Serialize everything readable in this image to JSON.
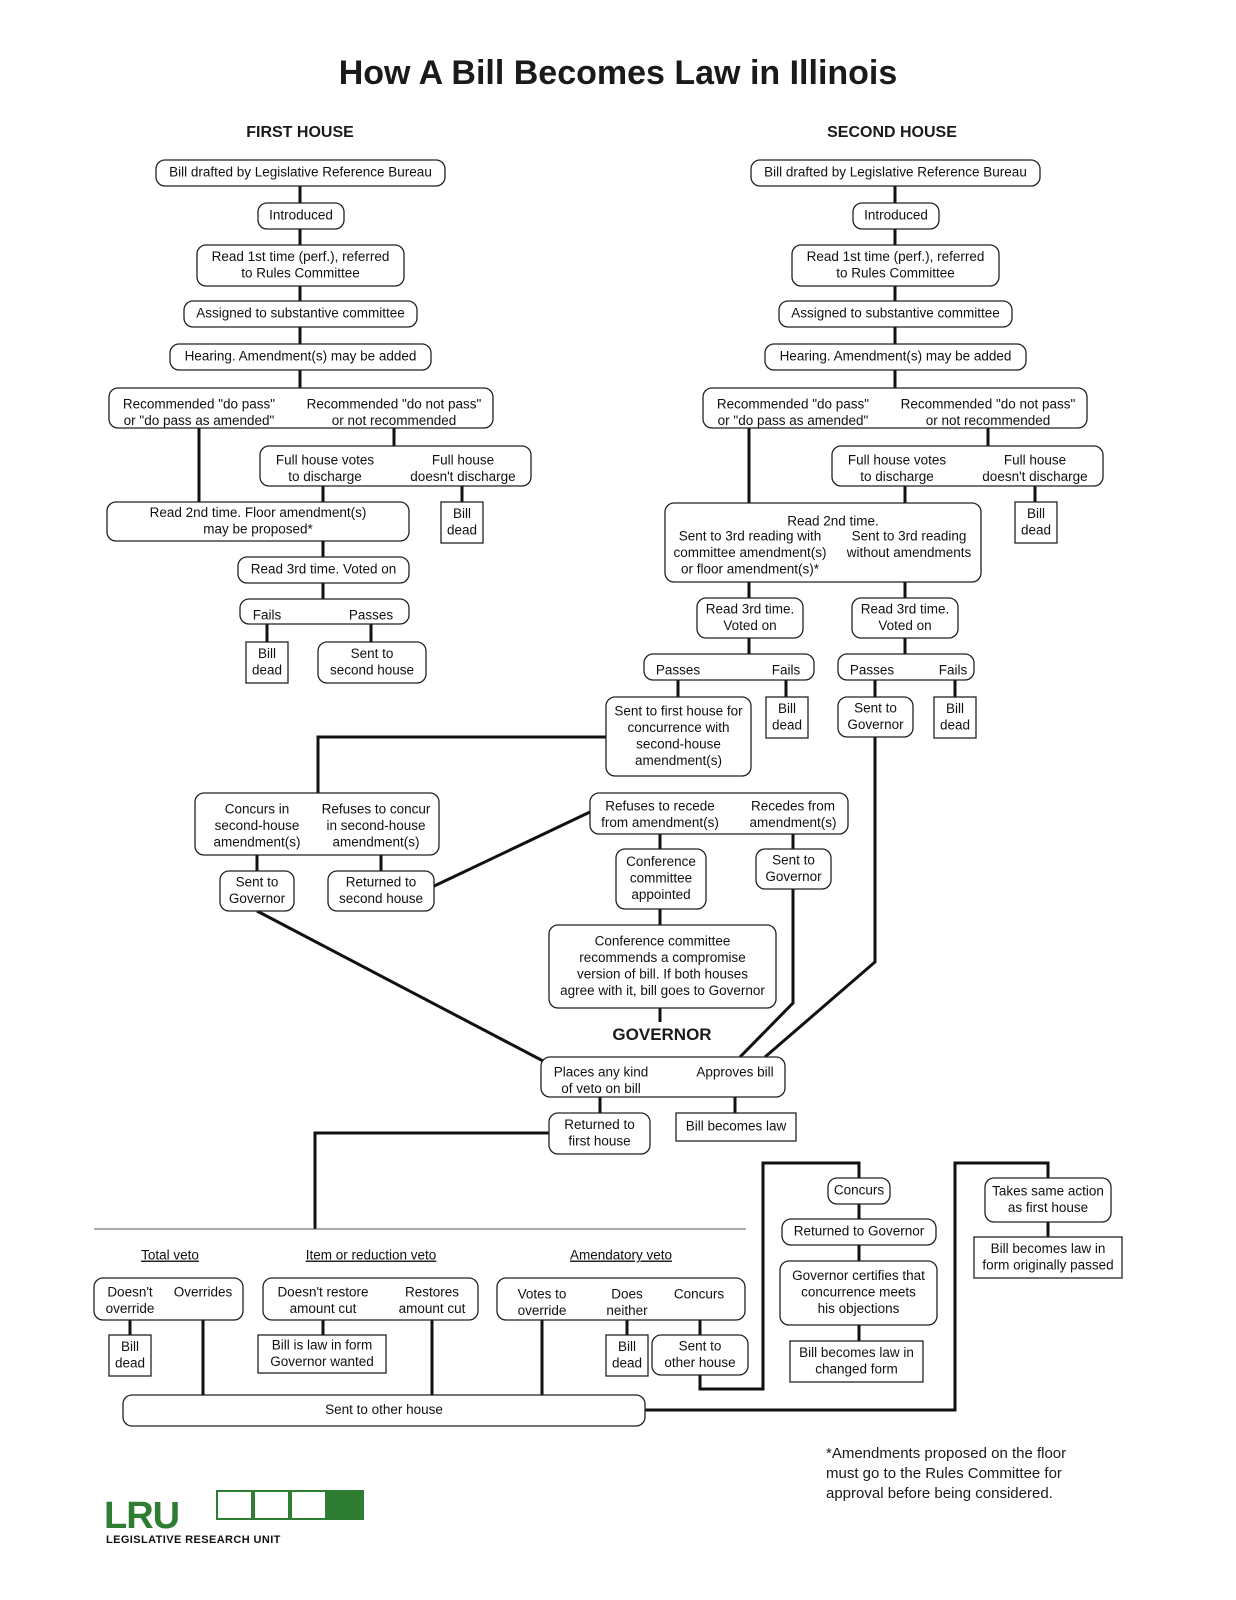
{
  "title": "How A Bill Becomes Law in Illinois",
  "headers": {
    "first_house": "FIRST HOUSE",
    "second_house": "SECOND HOUSE",
    "governor": "GOVERNOR"
  },
  "nodes": {
    "fh_drafted": [
      "Bill drafted by Legislative Reference Bureau"
    ],
    "fh_introduced": [
      "Introduced"
    ],
    "fh_read1": [
      "Read 1st time (perf.), referred",
      "to Rules Committee"
    ],
    "fh_assigned": [
      "Assigned to substantive committee"
    ],
    "fh_hearing": [
      "Hearing. Amendment(s) may be added"
    ],
    "fh_rec_pass": [
      "Recommended \"do pass\"",
      "or \"do pass as amended\""
    ],
    "fh_rec_notpass": [
      "Recommended \"do not pass\"",
      "or not recommended"
    ],
    "fh_votes_discharge": [
      "Full house votes",
      "to discharge"
    ],
    "fh_not_discharge": [
      "Full house",
      "doesn't discharge"
    ],
    "fh_dead1": [
      "Bill",
      "dead"
    ],
    "fh_read2": [
      "Read 2nd time.  Floor amendment(s)",
      "may be proposed*"
    ],
    "fh_read3": [
      "Read 3rd time. Voted on"
    ],
    "fh_fails": [
      "Fails"
    ],
    "fh_passes": [
      "Passes"
    ],
    "fh_dead2": [
      "Bill",
      "dead"
    ],
    "fh_sent_second": [
      "Sent to",
      "second house"
    ],
    "sh_drafted": [
      "Bill drafted by Legislative Reference Bureau"
    ],
    "sh_introduced": [
      "Introduced"
    ],
    "sh_read1": [
      "Read 1st time (perf.), referred",
      "to Rules Committee"
    ],
    "sh_assigned": [
      "Assigned to substantive committee"
    ],
    "sh_hearing": [
      "Hearing. Amendment(s) may be added"
    ],
    "sh_rec_pass": [
      "Recommended \"do pass\"",
      "or \"do pass as amended\""
    ],
    "sh_rec_notpass": [
      "Recommended \"do not pass\"",
      "or not recommended"
    ],
    "sh_votes_discharge": [
      "Full house votes",
      "to discharge"
    ],
    "sh_not_discharge": [
      "Full house",
      "doesn't discharge"
    ],
    "sh_dead1": [
      "Bill",
      "dead"
    ],
    "sh_read2_title": [
      "Read 2nd time."
    ],
    "sh_read2_with": [
      "Sent to 3rd reading with",
      "committee amendment(s)",
      "or floor amendment(s)*"
    ],
    "sh_read2_without": [
      "Sent to 3rd reading",
      "without amendments"
    ],
    "sh_read3a": [
      "Read 3rd time.",
      "Voted on"
    ],
    "sh_read3b": [
      "Read 3rd time.",
      "Voted on"
    ],
    "sh_passes_a": [
      "Passes"
    ],
    "sh_fails_a": [
      "Fails"
    ],
    "sh_passes_b": [
      "Passes"
    ],
    "sh_fails_b": [
      "Fails"
    ],
    "sh_sent_first": [
      "Sent to first house for",
      "concurrence with",
      "second-house",
      "amendment(s)"
    ],
    "sh_dead2": [
      "Bill",
      "dead"
    ],
    "sh_sent_gov": [
      "Sent to",
      "Governor"
    ],
    "sh_dead3": [
      "Bill",
      "dead"
    ],
    "cc_concurs": [
      "Concurs in",
      "second-house",
      "amendment(s)"
    ],
    "cc_refuses": [
      "Refuses to concur",
      "in second-house",
      "amendment(s)"
    ],
    "cc_sent_gov": [
      "Sent to",
      "Governor"
    ],
    "cc_returned_second": [
      "Returned to",
      "second house"
    ],
    "cc_refuses_recede": [
      "Refuses to recede",
      "from amendment(s)"
    ],
    "cc_recedes": [
      "Recedes from",
      "amendment(s)"
    ],
    "cc_conf_appointed": [
      "Conference",
      "committee",
      "appointed"
    ],
    "cc_sent_gov2": [
      "Sent to",
      "Governor"
    ],
    "cc_conf_recommends": [
      "Conference committee",
      "recommends a compromise",
      "version of bill.  If both houses",
      "agree with it, bill goes to Governor"
    ],
    "gv_veto": [
      "Places any kind",
      "of veto on bill"
    ],
    "gv_approves": [
      "Approves bill"
    ],
    "gv_returned_first": [
      "Returned to",
      "first house"
    ],
    "gv_becomes_law": [
      "Bill becomes law"
    ],
    "vt_total": [
      "Total veto"
    ],
    "vt_item": [
      "Item or reduction veto"
    ],
    "vt_amend": [
      "Amendatory veto"
    ],
    "vt_doesnt_override": [
      "Doesn't",
      "override"
    ],
    "vt_overrides": [
      "Overrides"
    ],
    "vt_dead1": [
      "Bill",
      "dead"
    ],
    "vt_doesnt_restore": [
      "Doesn't restore",
      "amount cut"
    ],
    "vt_restores": [
      "Restores",
      "amount cut"
    ],
    "vt_law_form": [
      "Bill is law in form",
      "Governor wanted"
    ],
    "vt_votes_override": [
      "Votes to",
      "override"
    ],
    "vt_does_neither": [
      "Does",
      "neither"
    ],
    "vt_concurs": [
      "Concurs"
    ],
    "vt_dead2": [
      "Bill",
      "dead"
    ],
    "vt_sent_other": [
      "Sent to",
      "other house"
    ],
    "vt_sent_other_bar": [
      "Sent to other house"
    ],
    "vt_oh_concurs": [
      "Concurs"
    ],
    "vt_returned_gov": [
      "Returned to Governor"
    ],
    "vt_gov_certifies": [
      "Governor certifies that",
      "concurrence meets",
      "his objections"
    ],
    "vt_law_changed": [
      "Bill becomes law in",
      "changed form"
    ],
    "vt_same_action": [
      "Takes same action",
      "as first house"
    ],
    "vt_law_original": [
      "Bill becomes law in",
      "form originally passed"
    ]
  },
  "footnote": [
    "*Amendments proposed on the floor",
    "must go to the Rules Committee for",
    "approval before being considered."
  ],
  "logo": {
    "letters": "LRU",
    "subtitle": "LEGISLATIVE RESEARCH UNIT",
    "color": "#2e7d32"
  }
}
